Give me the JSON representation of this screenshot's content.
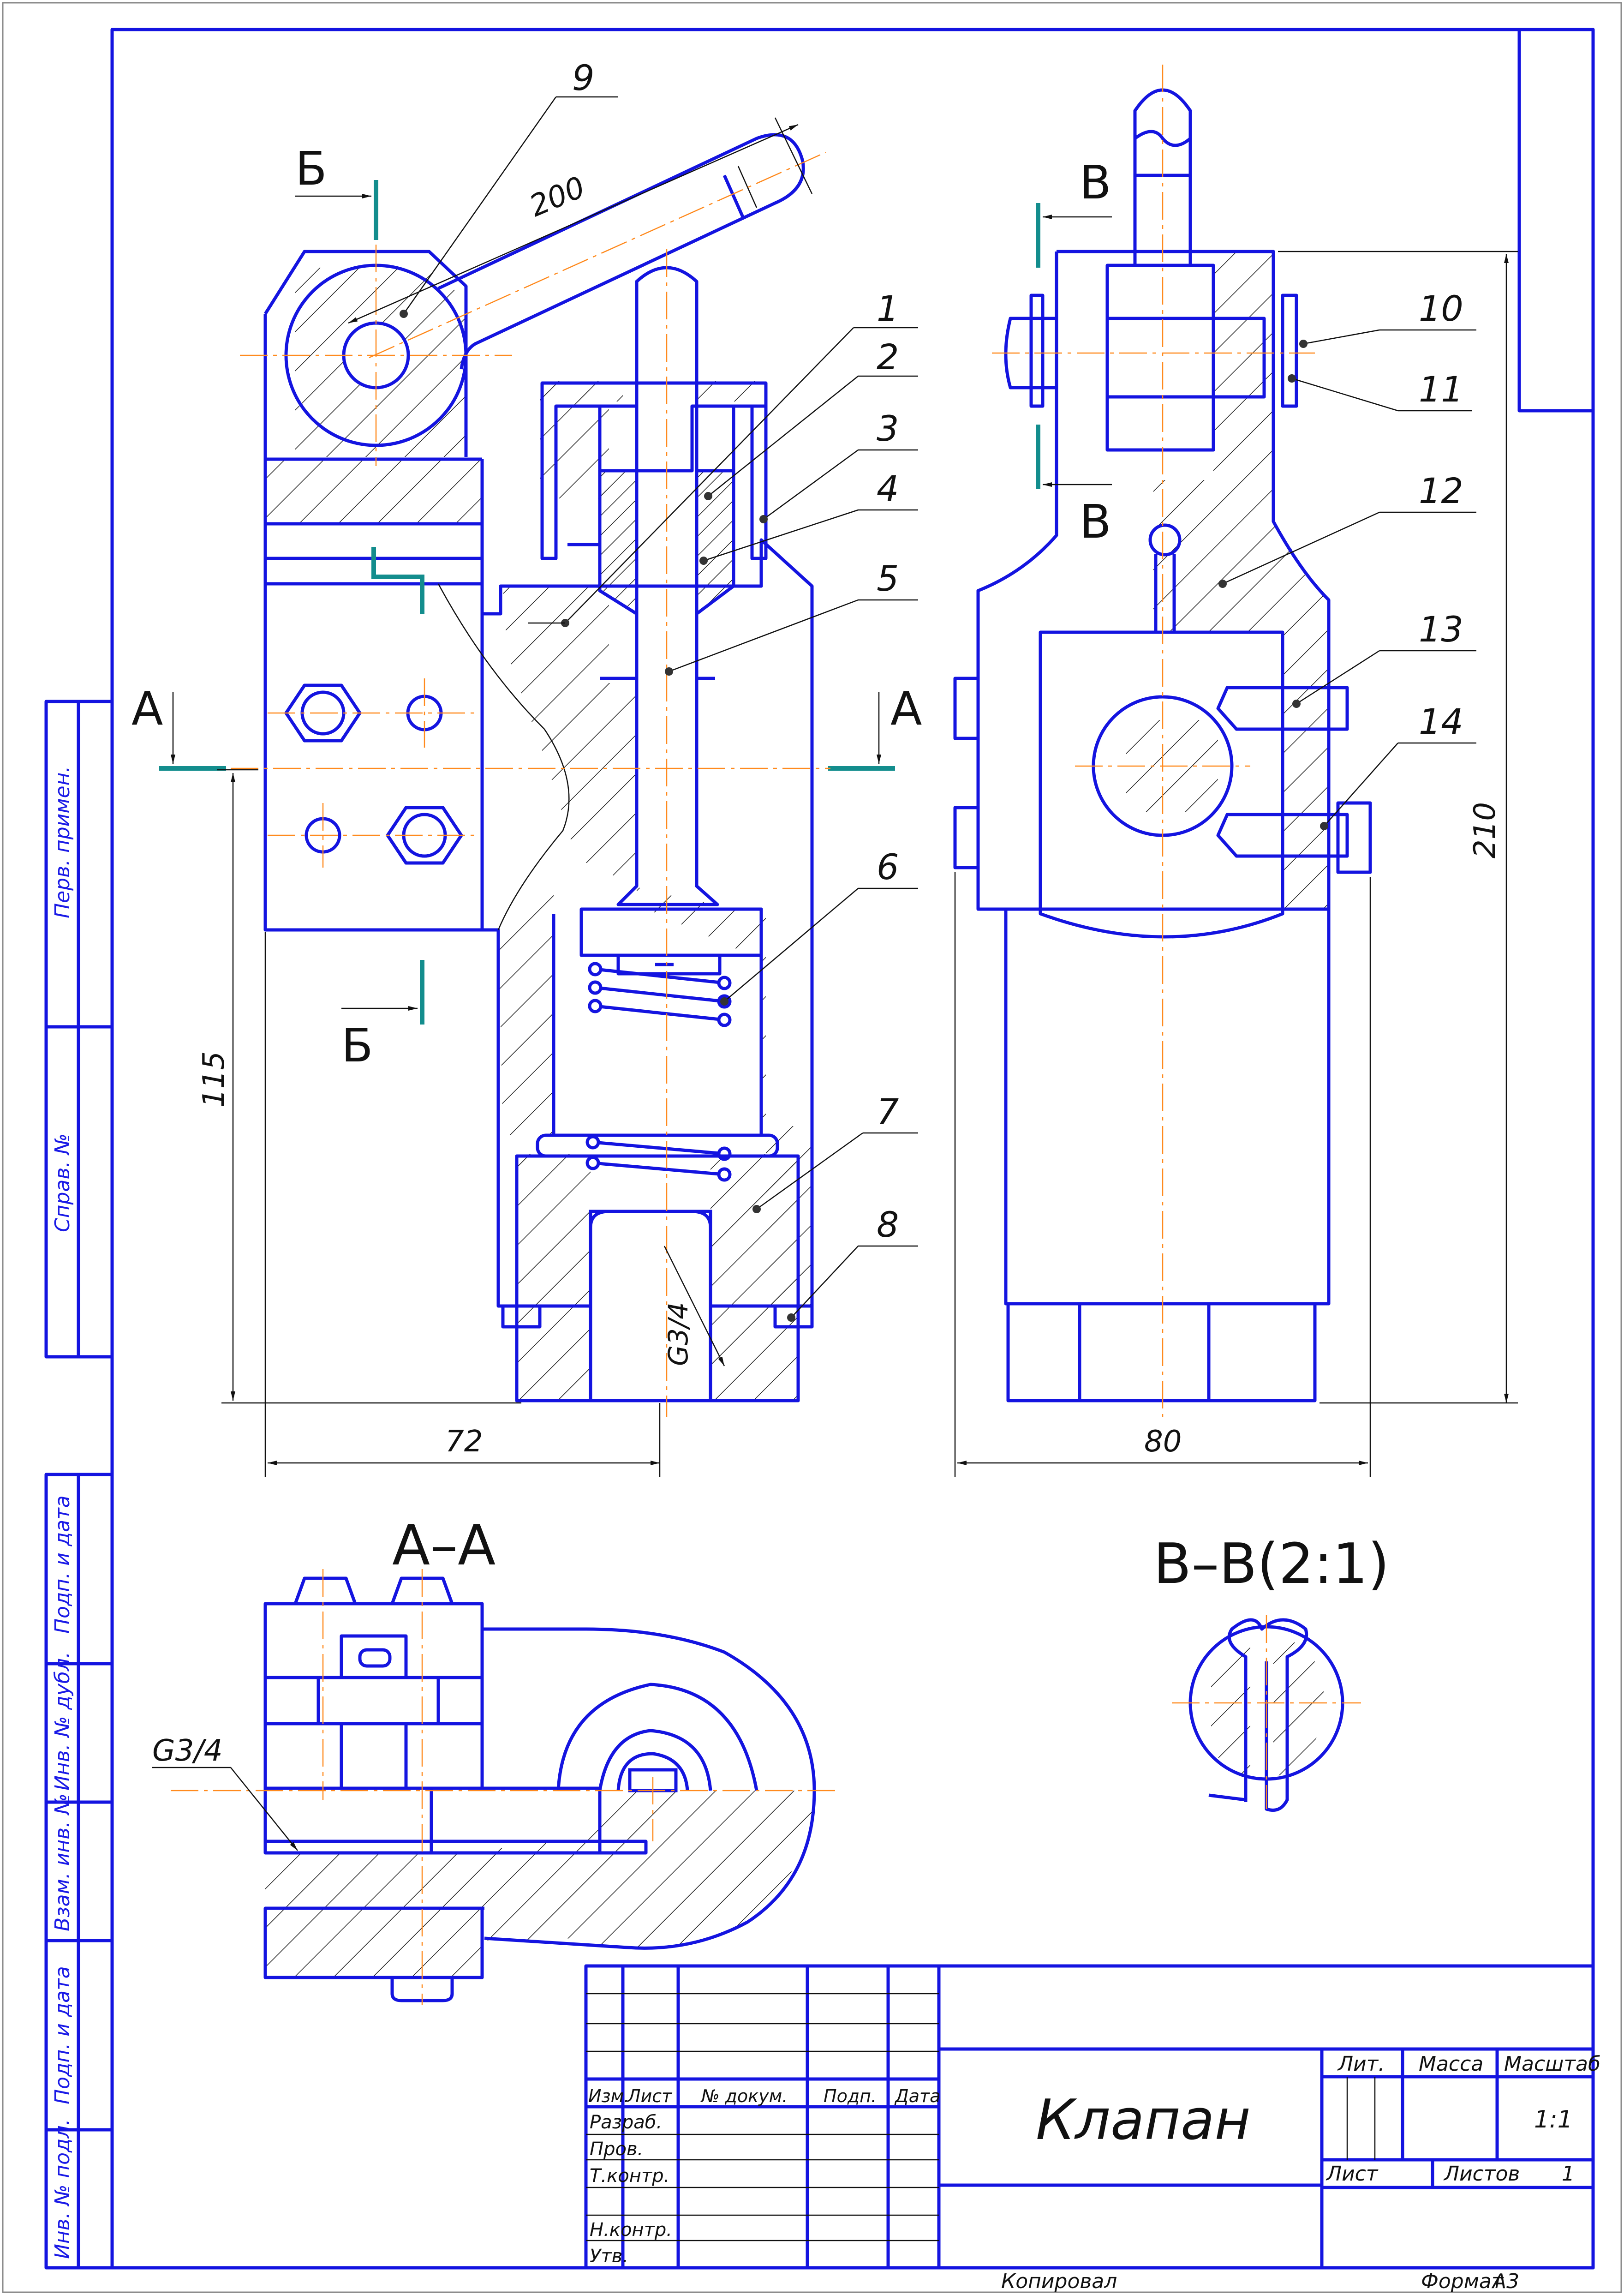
{
  "drawing": {
    "title": "Клапан",
    "part_labels": [
      "1",
      "2",
      "3",
      "4",
      "5",
      "6",
      "7",
      "8",
      "9",
      "10",
      "11",
      "12",
      "13",
      "14"
    ],
    "dimensions": {
      "lever_length": "200",
      "height_115": "115",
      "height_210": "210",
      "width_72": "72",
      "width_80": "80",
      "thread_main": "G3/4",
      "thread_section": "G3/4"
    },
    "section_marks": {
      "a": "А",
      "b": "Б",
      "v": "В"
    },
    "section_titles": {
      "aa": "А–А",
      "vv": "В–В(2:1)"
    }
  },
  "left_margin": {
    "labels": [
      "Перв. примен.",
      "Справ. №",
      "Подп. и дата",
      "Инв. № дубл.",
      "Взам. инв. №",
      "Подп. и дата",
      "Инв. № подл."
    ]
  },
  "title_block": {
    "col_headers": [
      "Изм.",
      "Лист",
      "№ докум.",
      "Подп.",
      "Дата"
    ],
    "row_labels": [
      "Разраб.",
      "Пров.",
      "Т.контр.",
      "Н.контр.",
      "Утв."
    ],
    "lit_label": "Лит.",
    "mass_label": "Масса",
    "scale_label": "Масштаб",
    "scale_value": "1:1",
    "sheet_label": "Лист",
    "sheets_label": "Листов",
    "sheets_value": "1"
  },
  "footer": {
    "copied": "Копировал",
    "format_label": "Формат",
    "format_value": "А3"
  }
}
